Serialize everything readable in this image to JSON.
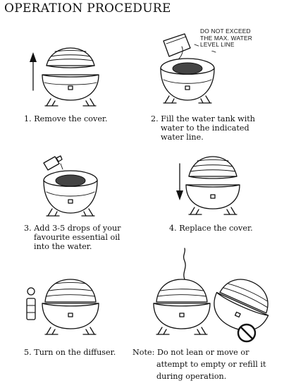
{
  "header": {
    "title": "OPERATION PROCEDURE"
  },
  "steps": [
    {
      "caption_lines": [
        "1. Remove the cover."
      ]
    },
    {
      "caption_lines": [
        "2.  Fill the water tank with",
        "water to the indicated",
        "water line."
      ]
    },
    {
      "caption_lines": [
        "3. Add 3-5 drops of your",
        "favourite essential oil",
        "into the water."
      ]
    },
    {
      "caption_lines": [
        "4. Replace the cover."
      ]
    },
    {
      "caption_lines": [
        "5. Turn on the diffuser."
      ]
    }
  ],
  "note": {
    "label": "Note:",
    "lines": [
      "Do not lean or move or",
      "attempt to empty or refill it",
      "during operation."
    ]
  },
  "warning": {
    "lines": [
      "DO NOT EXCEED",
      "THE MAX. WATER",
      "LEVEL LINE"
    ]
  }
}
